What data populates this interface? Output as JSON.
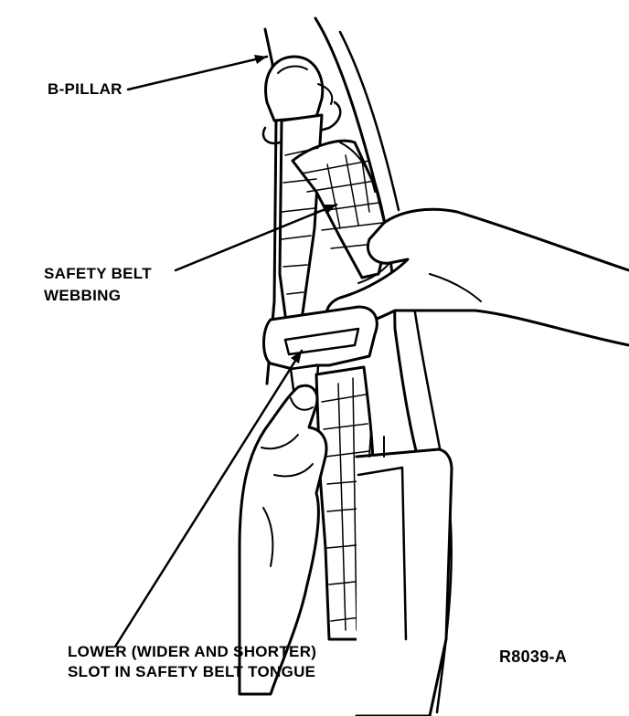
{
  "labels": {
    "b_pillar": "B-PILLAR",
    "safety_belt_webbing_line1": "SAFETY BELT",
    "safety_belt_webbing_line2": "WEBBING",
    "lower_slot_line1": "LOWER (WIDER AND SHORTER)",
    "lower_slot_line2": "SLOT IN SAFETY BELT TONGUE"
  },
  "reference_code": "R8039-A",
  "colors": {
    "ink": "#000000",
    "paper": "#ffffff"
  }
}
